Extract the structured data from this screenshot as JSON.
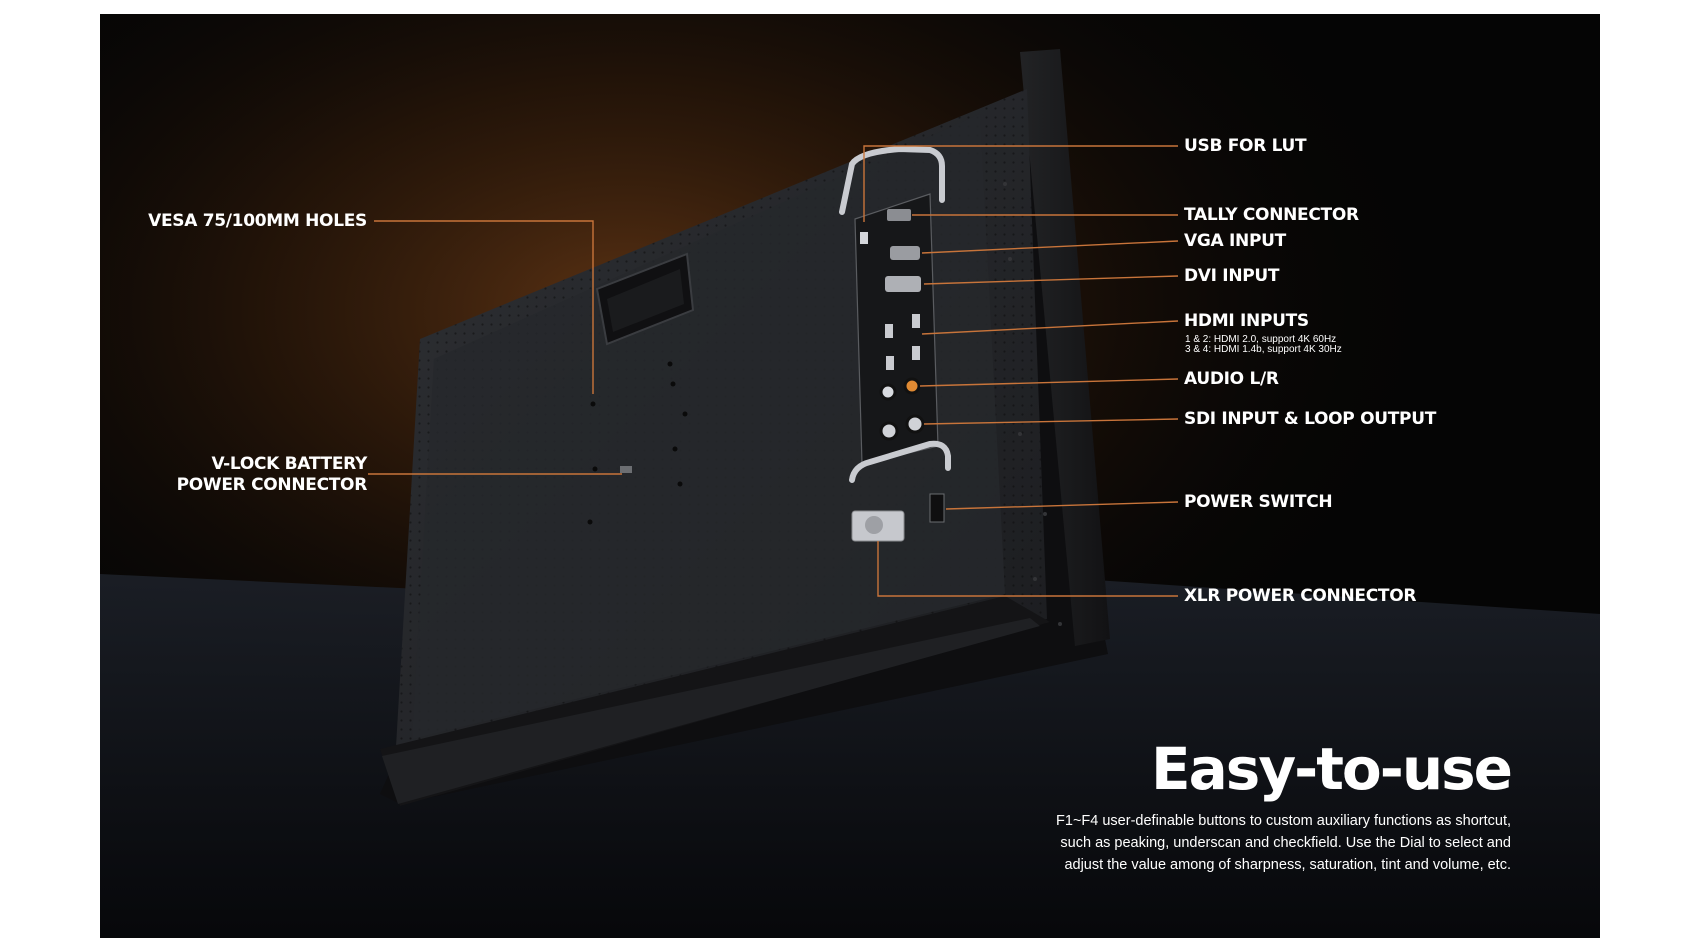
{
  "image": {
    "subject": "rear view of a broadcast monitor with labeled connectors",
    "background_color": "#050505",
    "accent_color": "#c8743a"
  },
  "callouts": {
    "usb": "USB FOR LUT",
    "tally": "TALLY CONNECTOR",
    "vga": "VGA INPUT",
    "dvi": "DVI INPUT",
    "hdmi": "HDMI INPUTS",
    "hdmi_note_1": "1 & 2: HDMI 2.0, support 4K 60Hz",
    "hdmi_note_2": "3 & 4: HDMI 1.4b, support 4K 30Hz",
    "audio": "AUDIO L/R",
    "sdi": "SDI INPUT & LOOP OUTPUT",
    "power_switch": "POWER SWITCH",
    "xlr": "XLR POWER CONNECTOR",
    "vesa": "VESA 75/100MM HOLES",
    "vlock_line1": "V-LOCK BATTERY",
    "vlock_line2": "POWER CONNECTOR"
  },
  "feature": {
    "title": "Easy-to-use",
    "description_lines": [
      "F1~F4 user-definable buttons to custom auxiliary functions as shortcut,",
      "such as peaking, underscan and checkfield. Use the Dial to select and",
      "adjust the value among of sharpness, saturation, tint and volume, etc."
    ]
  }
}
